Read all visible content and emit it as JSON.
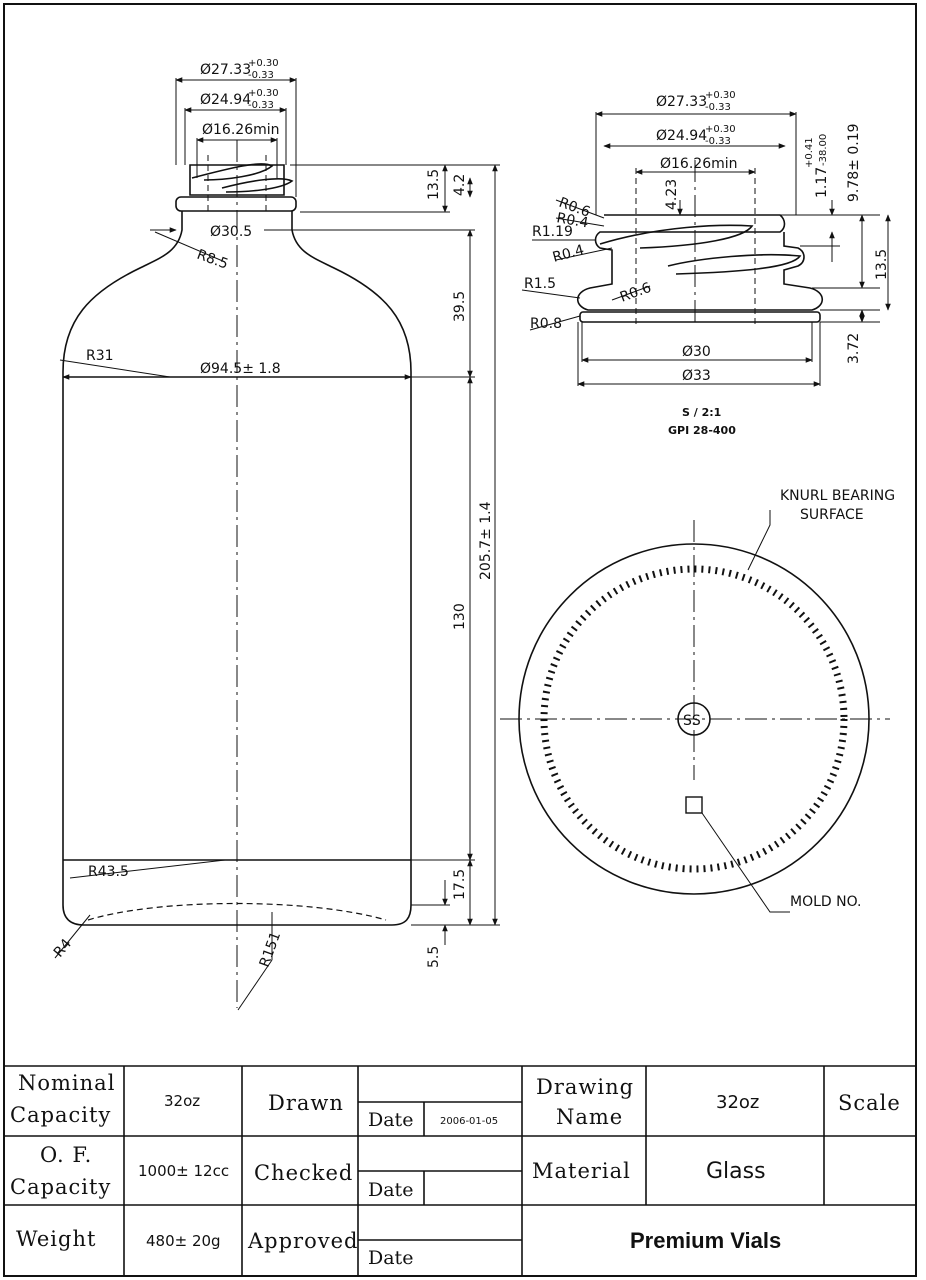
{
  "bottle_dims": {
    "neck_od": "Ø27.33",
    "neck_od_tol_plus": "+0.30",
    "neck_od_tol_minus": "-0.33",
    "thread_id": "Ø24.94",
    "thread_id_tol_plus": "+0.30",
    "thread_id_tol_minus": "-0.33",
    "bore": "Ø16.26min",
    "finish_height": "13.5",
    "thread_start": "4.2",
    "shoulder_dia": "Ø30.5",
    "shoulder_radius": "R8.5",
    "shoulder_height": "39.5",
    "body_radius": "R31",
    "body_dia": "Ø94.5± 1.8",
    "overall_height": "205.7± 1.4",
    "body_height": "130",
    "heel_radius": "R43.5",
    "heel_height": "17.5",
    "base_radius": "R4",
    "push_up_radius": "R151",
    "push_up_depth": "5.5"
  },
  "finish_detail": {
    "od": "Ø27.33",
    "od_tol_plus": "+0.30",
    "od_tol_minus": "-0.33",
    "thread_dia": "Ø24.94",
    "thread_tol_plus": "+0.30",
    "thread_tol_minus": "-0.33",
    "bore": "Ø16.26min",
    "r06_top": "R0.6",
    "r04_top": "R0.4",
    "r119": "R1.19",
    "r04_mid": "R0.4",
    "r15": "R1.5",
    "r06_low": "R0.6",
    "r08": "R0.8",
    "thread_offset": "4.23",
    "lip_dim": "1.17",
    "lip_tol_plus": "+0.41",
    "lip_tol_minus": "-38.00",
    "thread_height": "9.78± 0.19",
    "finish_height": "13.5",
    "bead_height": "3.72",
    "dia_30": "Ø30",
    "dia_33": "Ø33",
    "scale": "S / 2:1",
    "finish_spec": "GPI 28-400"
  },
  "base_view": {
    "knurl_label_line1": "KNURL BEARING",
    "knurl_label_line2": "SURFACE",
    "center_mark": "SS",
    "mold_label": "MOLD NO."
  },
  "title_block": {
    "nominal_label_1": "Nominal",
    "nominal_label_2": "Capacity",
    "nominal_value": "32oz",
    "drawn_label": "Drawn",
    "date_label_1": "Date",
    "date_value": "2006-01-05",
    "drawing_name_label_1": "Drawing",
    "drawing_name_label_2": "Name",
    "drawing_name_value": "32oz",
    "scale_label": "Scale",
    "of_label_1": "O. F.",
    "of_label_2": "Capacity",
    "of_value": "1000± 12cc",
    "checked_label": "Checked",
    "date_label_2": "Date",
    "material_label": "Material",
    "material_value": "Glass",
    "weight_label": "Weight",
    "weight_value": "480± 20g",
    "approved_label": "Approved",
    "date_label_3": "Date",
    "brand": "Premium Vials"
  }
}
